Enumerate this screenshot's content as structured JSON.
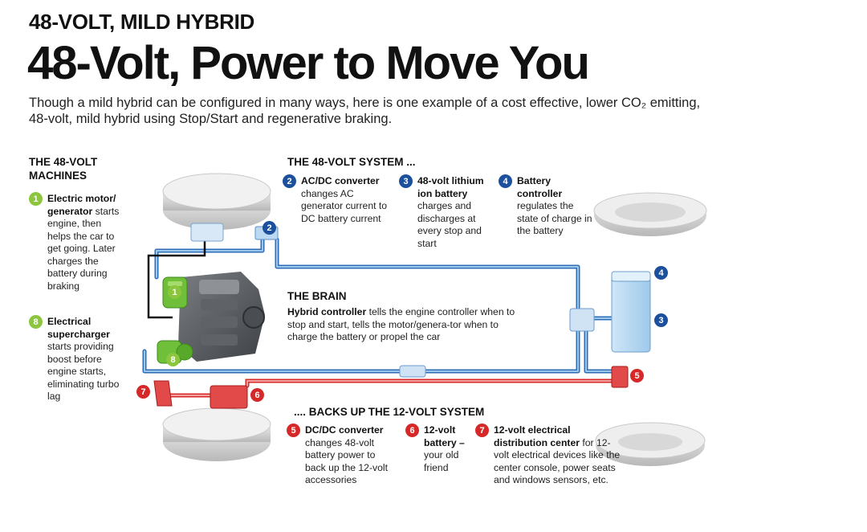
{
  "header": {
    "kicker": "48-VOLT, MILD HYBRID",
    "title": "48-Volt, Power to Move You",
    "subtitle": "Though a mild hybrid can be configured in many ways, here is one example of a cost effective, lower CO₂ emitting, 48-volt, mild hybrid using Stop/Start and regenerative braking."
  },
  "machines": {
    "heading_line1": "THE 48-VOLT",
    "heading_line2": "MACHINES",
    "items": [
      {
        "num": "1",
        "bold": "Electric motor/ generator",
        "text": " starts engine, then helps the car to get going. Later charges the battery during braking"
      },
      {
        "num": "8",
        "bold": "Electrical supercharger",
        "text": " starts providing boost before engine starts, eliminating turbo lag"
      }
    ]
  },
  "system": {
    "heading": "THE 48-VOLT SYSTEM ...",
    "items": [
      {
        "num": "2",
        "bold": "AC/DC converter",
        "text": " changes AC generator current to DC battery current"
      },
      {
        "num": "3",
        "bold": "48-volt lithium ion battery",
        "text": " charges and discharges at every stop and start"
      },
      {
        "num": "4",
        "bold": "Battery controller",
        "text": " regulates the state of charge in the battery"
      }
    ]
  },
  "brain": {
    "heading": "THE BRAIN",
    "bold": "Hybrid controller",
    "text": " tells the engine controller when to stop and start, tells the motor/genera-tor when to charge the battery or propel the car"
  },
  "backup": {
    "heading": ".... BACKS UP THE 12-VOLT SYSTEM",
    "items": [
      {
        "num": "5",
        "bold": "DC/DC converter",
        "text": " changes 48-volt battery power to back up the 12-volt accessories"
      },
      {
        "num": "6",
        "bold": "12-volt battery –",
        "text": " your old friend"
      },
      {
        "num": "7",
        "bold": "12-volt electrical distribution center",
        "text": " for 12-volt electrical devices like the center console, power seats and windows sensors, etc."
      }
    ]
  },
  "diagram_labels": {
    "motor": "1",
    "converter": "2",
    "battery": "3",
    "controller": "4",
    "dcdc": "5",
    "battery12": "6",
    "distribution": "7",
    "supercharger": "8"
  },
  "colors": {
    "green": "#8cc63f",
    "blue": "#1c4f9c",
    "red": "#d62828",
    "wire_blue": "#2f6db5",
    "wire_red": "#d62828"
  }
}
